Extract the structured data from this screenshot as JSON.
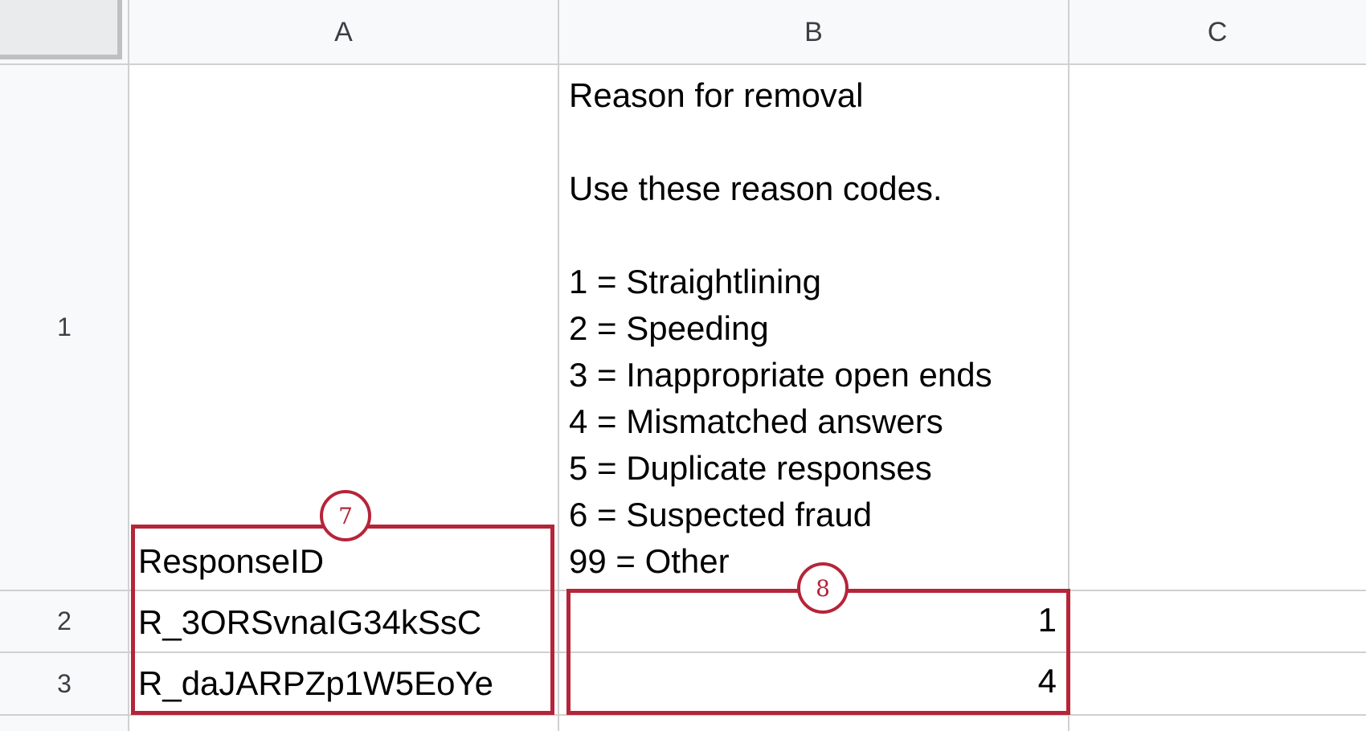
{
  "sheet": {
    "columns": [
      "A",
      "B",
      "C"
    ],
    "rows": [
      "1",
      "2",
      "3"
    ],
    "cells": {
      "B1": "Reason for removal\n\nUse these reason codes.\n\n1 = Straightlining\n2 = Speeding\n3 = Inappropriate open ends\n4 = Mismatched answers\n5 = Duplicate responses\n6 = Suspected fraud\n99 = Other",
      "A1": "ResponseID",
      "A2": "R_3ORSvnaIG34kSsC",
      "A3": "R_daJARPZp1W5EoYe",
      "B2": "1",
      "B3": "4"
    }
  },
  "annotations": {
    "callout_a": "7",
    "callout_b": "8"
  },
  "colors": {
    "highlight": "#b5253a",
    "header_bg": "#f8f9fa",
    "gridline": "#d0d0d0"
  }
}
